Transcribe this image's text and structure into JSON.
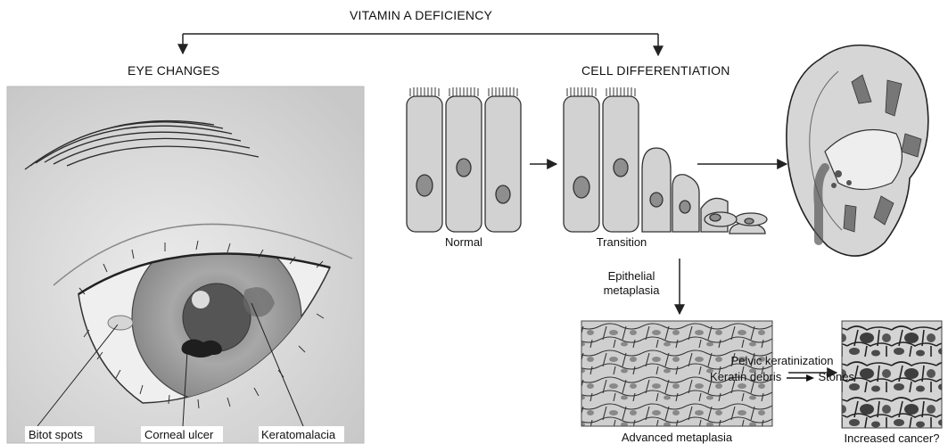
{
  "title": "VITAMIN A DEFICIENCY",
  "branches": {
    "eye": "EYE CHANGES",
    "cell": "CELL DIFFERENTIATION"
  },
  "eye_labels": [
    "Bitot spots",
    "Corneal ulcer",
    "Keratomalacia"
  ],
  "cells": {
    "normal": "Normal",
    "transition": "Transition",
    "epithelial": [
      "Epithelial",
      "metaplasia"
    ],
    "advanced": "Advanced metaplasia",
    "cancer": "Increased cancer?"
  },
  "kidney": {
    "line1": "Pelvic keratinization",
    "debris": "Keratin debris",
    "stones": "Stones"
  },
  "colors": {
    "line": "#222222",
    "cell_fill": "#d2d2d2",
    "nucleus": "#8e8e8e",
    "skin": "#dedede",
    "iris": "#a9a9a9"
  }
}
